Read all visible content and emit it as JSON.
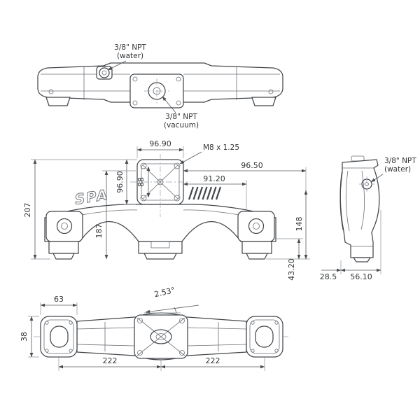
{
  "page": {
    "background": "#ffffff",
    "line_color": "#43474c",
    "dim_color": "#323538"
  },
  "brand": {
    "logo": "SPA"
  },
  "top_view": {
    "callouts": {
      "water": {
        "line1": "3/8\" NPT",
        "line2": "(water)"
      },
      "vacuum": {
        "line1": "3/8\" NPT",
        "line2": "(vacuum)"
      }
    }
  },
  "front_view": {
    "callouts": {
      "thread": "M8 x 1.25"
    },
    "dims": {
      "flange_width": "96.90",
      "flange_height": "96.90",
      "right_offset": "96.50",
      "inner_width": "91.20",
      "bore": "88",
      "overall_height": "207",
      "mid_height": "187",
      "runner_height": "148",
      "foot_height": "43.20"
    }
  },
  "side_view": {
    "callouts": {
      "water": {
        "line1": "3/8\" NPT",
        "line2": "(water)"
      }
    },
    "dims": {
      "front_depth": "28.5",
      "overall_depth": "56.10"
    }
  },
  "bottom_view": {
    "dims": {
      "end_width": "63",
      "angle": "2.53°",
      "flange_height": "38",
      "span_left": "222",
      "span_right": "222"
    }
  }
}
